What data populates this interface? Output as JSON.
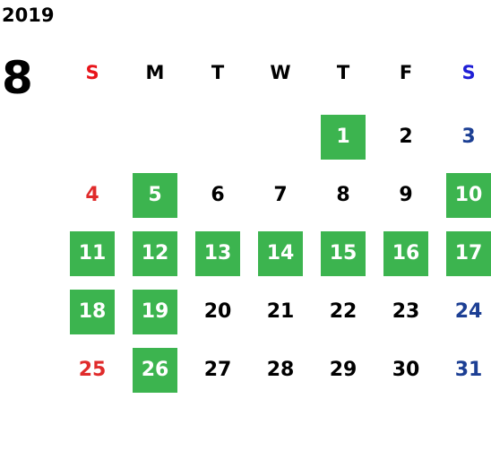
{
  "calendar": {
    "year": "2019",
    "month": "8",
    "weekdays": [
      "S",
      "M",
      "T",
      "W",
      "T",
      "F",
      "S"
    ],
    "first_weekday_index": 4,
    "days": [
      {
        "label": "1",
        "highlighted": true
      },
      {
        "label": "2",
        "highlighted": false
      },
      {
        "label": "3",
        "highlighted": false
      },
      {
        "label": "4",
        "highlighted": false
      },
      {
        "label": "5",
        "highlighted": true
      },
      {
        "label": "6",
        "highlighted": false
      },
      {
        "label": "7",
        "highlighted": false
      },
      {
        "label": "8",
        "highlighted": false
      },
      {
        "label": "9",
        "highlighted": false
      },
      {
        "label": "10",
        "highlighted": true
      },
      {
        "label": "11",
        "highlighted": true
      },
      {
        "label": "12",
        "highlighted": true
      },
      {
        "label": "13",
        "highlighted": true
      },
      {
        "label": "14",
        "highlighted": true
      },
      {
        "label": "15",
        "highlighted": true
      },
      {
        "label": "16",
        "highlighted": true
      },
      {
        "label": "17",
        "highlighted": true
      },
      {
        "label": "18",
        "highlighted": true
      },
      {
        "label": "19",
        "highlighted": true
      },
      {
        "label": "20",
        "highlighted": false
      },
      {
        "label": "21",
        "highlighted": false
      },
      {
        "label": "22",
        "highlighted": false
      },
      {
        "label": "23",
        "highlighted": false
      },
      {
        "label": "24",
        "highlighted": false
      },
      {
        "label": "25",
        "highlighted": false
      },
      {
        "label": "26",
        "highlighted": true
      },
      {
        "label": "27",
        "highlighted": false
      },
      {
        "label": "28",
        "highlighted": false
      },
      {
        "label": "29",
        "highlighted": false
      },
      {
        "label": "30",
        "highlighted": false
      },
      {
        "label": "31",
        "highlighted": false
      }
    ]
  },
  "colors": {
    "highlight": "#3cb44f",
    "sunday": "#e02b2b",
    "saturday": "#1c3f94",
    "weekday_header_sunday": "#e8141a",
    "weekday_header_saturday": "#1f1fd6"
  }
}
